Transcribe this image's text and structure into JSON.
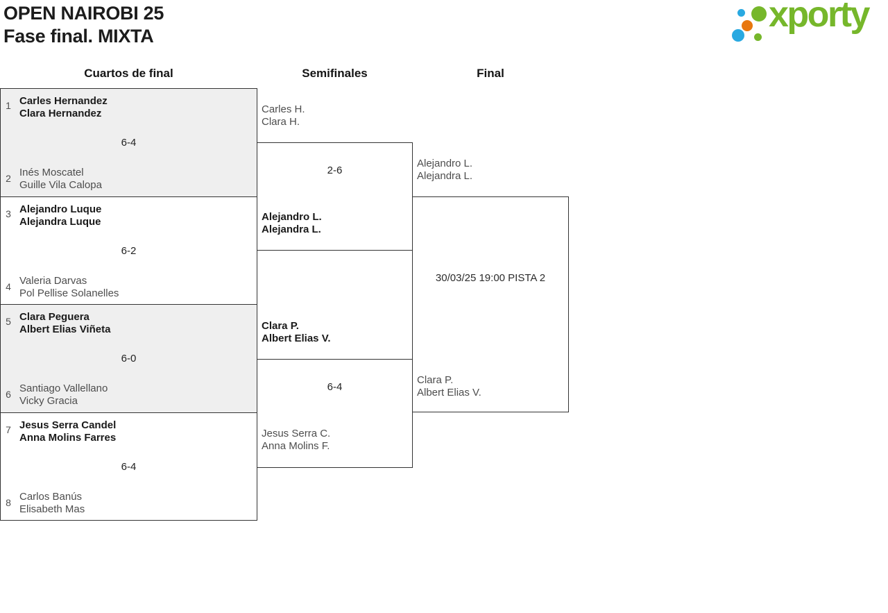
{
  "page": {
    "title_line1": "OPEN NAIROBI 25",
    "title_line2": "Fase final. MIXTA"
  },
  "brand": {
    "name": "xporty",
    "green": "#76b72b",
    "blue": "#29a9e1",
    "orange": "#e8770f"
  },
  "ui": {
    "border": "#333333",
    "row_alt_bg": "#efefef",
    "text_primary": "#1a1a1a",
    "text_secondary": "#4d4d4d"
  },
  "columns": {
    "quarterfinals": "Cuartos de final",
    "semifinals": "Semifinales",
    "final": "Final"
  },
  "quarterfinals": [
    {
      "seed_top": "1",
      "team_top_1": "Carles Hernandez",
      "team_top_2": "Clara Hernandez",
      "score": "6-4",
      "seed_bottom": "2",
      "team_bottom_1": "Inés Moscatel",
      "team_bottom_2": "Guille Vila Calopa",
      "winner": "top"
    },
    {
      "seed_top": "3",
      "team_top_1": "Alejandro Luque",
      "team_top_2": "Alejandra Luque",
      "score": "6-2",
      "seed_bottom": "4",
      "team_bottom_1": "Valeria Darvas",
      "team_bottom_2": "Pol Pellise Solanelles",
      "winner": "top"
    },
    {
      "seed_top": "5",
      "team_top_1": "Clara Peguera",
      "team_top_2": "Albert Elias Viñeta",
      "score": "6-0",
      "seed_bottom": "6",
      "team_bottom_1": "Santiago Vallellano",
      "team_bottom_2": "Vicky Gracia",
      "winner": "top"
    },
    {
      "seed_top": "7",
      "team_top_1": "Jesus Serra Candel",
      "team_top_2": "Anna Molins Farres",
      "score": "6-4",
      "seed_bottom": "8",
      "team_bottom_1": "Carlos Banús",
      "team_bottom_2": "Elisabeth Mas",
      "winner": "top"
    }
  ],
  "semifinals": [
    {
      "team_top_1": "Carles H.",
      "team_top_2": "Clara H.",
      "score": "2-6",
      "team_bottom_1": "Alejandro L.",
      "team_bottom_2": "Alejandra L.",
      "winner": "bottom",
      "advance_1": "Alejandro L.",
      "advance_2": "Alejandra L."
    },
    {
      "team_top_1": "Clara P.",
      "team_top_2": "Albert Elias V.",
      "score": "6-4",
      "team_bottom_1": "Jesus Serra C.",
      "team_bottom_2": "Anna Molins F.",
      "winner": "top",
      "advance_1": "Clara P.",
      "advance_2": "Albert Elias V."
    }
  ],
  "final": {
    "schedule": "30/03/25 19:00 PISTA 2"
  }
}
